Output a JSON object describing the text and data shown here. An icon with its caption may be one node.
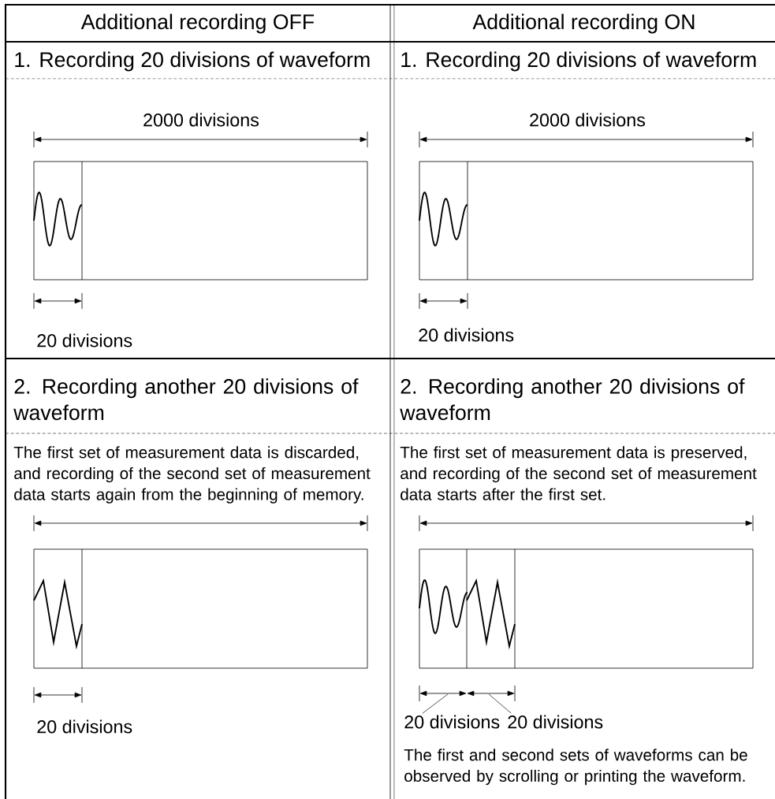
{
  "diagram": {
    "nodes": [
      {
        "text": [
          "20 divisions"
        ]
      },
      {
        "text": [
          "20 divisions"
        ]
      }
    ],
    "edges": [
      {
        "from": 0,
        "to": null,
        "arrow": "none"
      },
      {
        "from": 1,
        "to": null,
        "arrow": "none"
      }
    ],
    "labels": [
      "Additional recording OFF",
      "Additional recording ON",
      "1. Recording 20 divisions of waveform",
      "1. Recording 20 divisions of waveform",
      "2000 divisions",
      "2000 divisions",
      "20 divisions",
      "20 divisions",
      "2. Recording another 20 divisions of waveform",
      "2. Recording another 20 divisions of waveform",
      "The first set of measurement data is discarded, and recording of the second set of measurement data starts again from the beginning of memory.",
      "The first set of measurement data is preserved, and recording of the second set of measurement data starts after the first set.",
      "20 divisions",
      "The first and second sets of waveforms can be observed by scrolling or printing the waveform."
    ]
  }
}
